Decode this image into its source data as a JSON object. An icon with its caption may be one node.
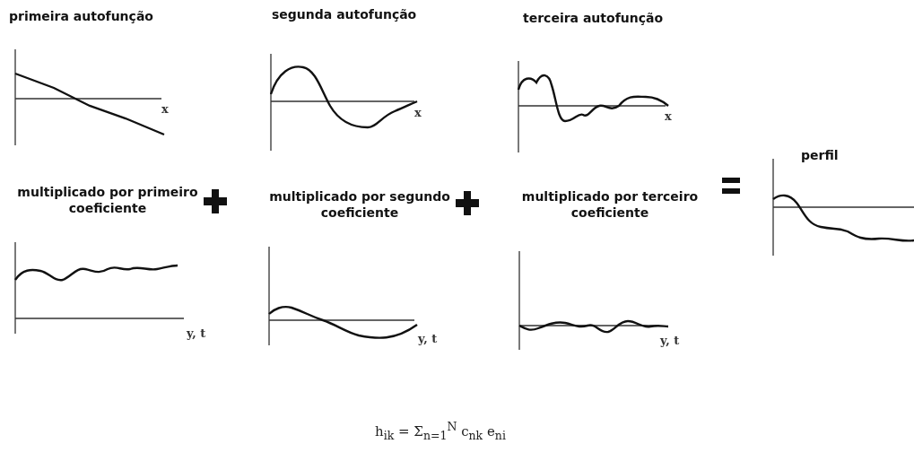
{
  "diagram": {
    "labels": [
      "primeira autofunção",
      "segunda autofunção",
      "terceira autofunção",
      "x",
      "x",
      "x",
      "perfil",
      "multiplicado por primeiro coeficiente",
      "multiplicado por segundo coeficiente",
      "multiplicado por terceiro coeficiente",
      "y, t",
      "y, t",
      "y, t",
      "h$_{ik}$ = Σ$_{n=1}$$^{N}$ c$_{nk}$ e$_{ni}$"
    ]
  }
}
